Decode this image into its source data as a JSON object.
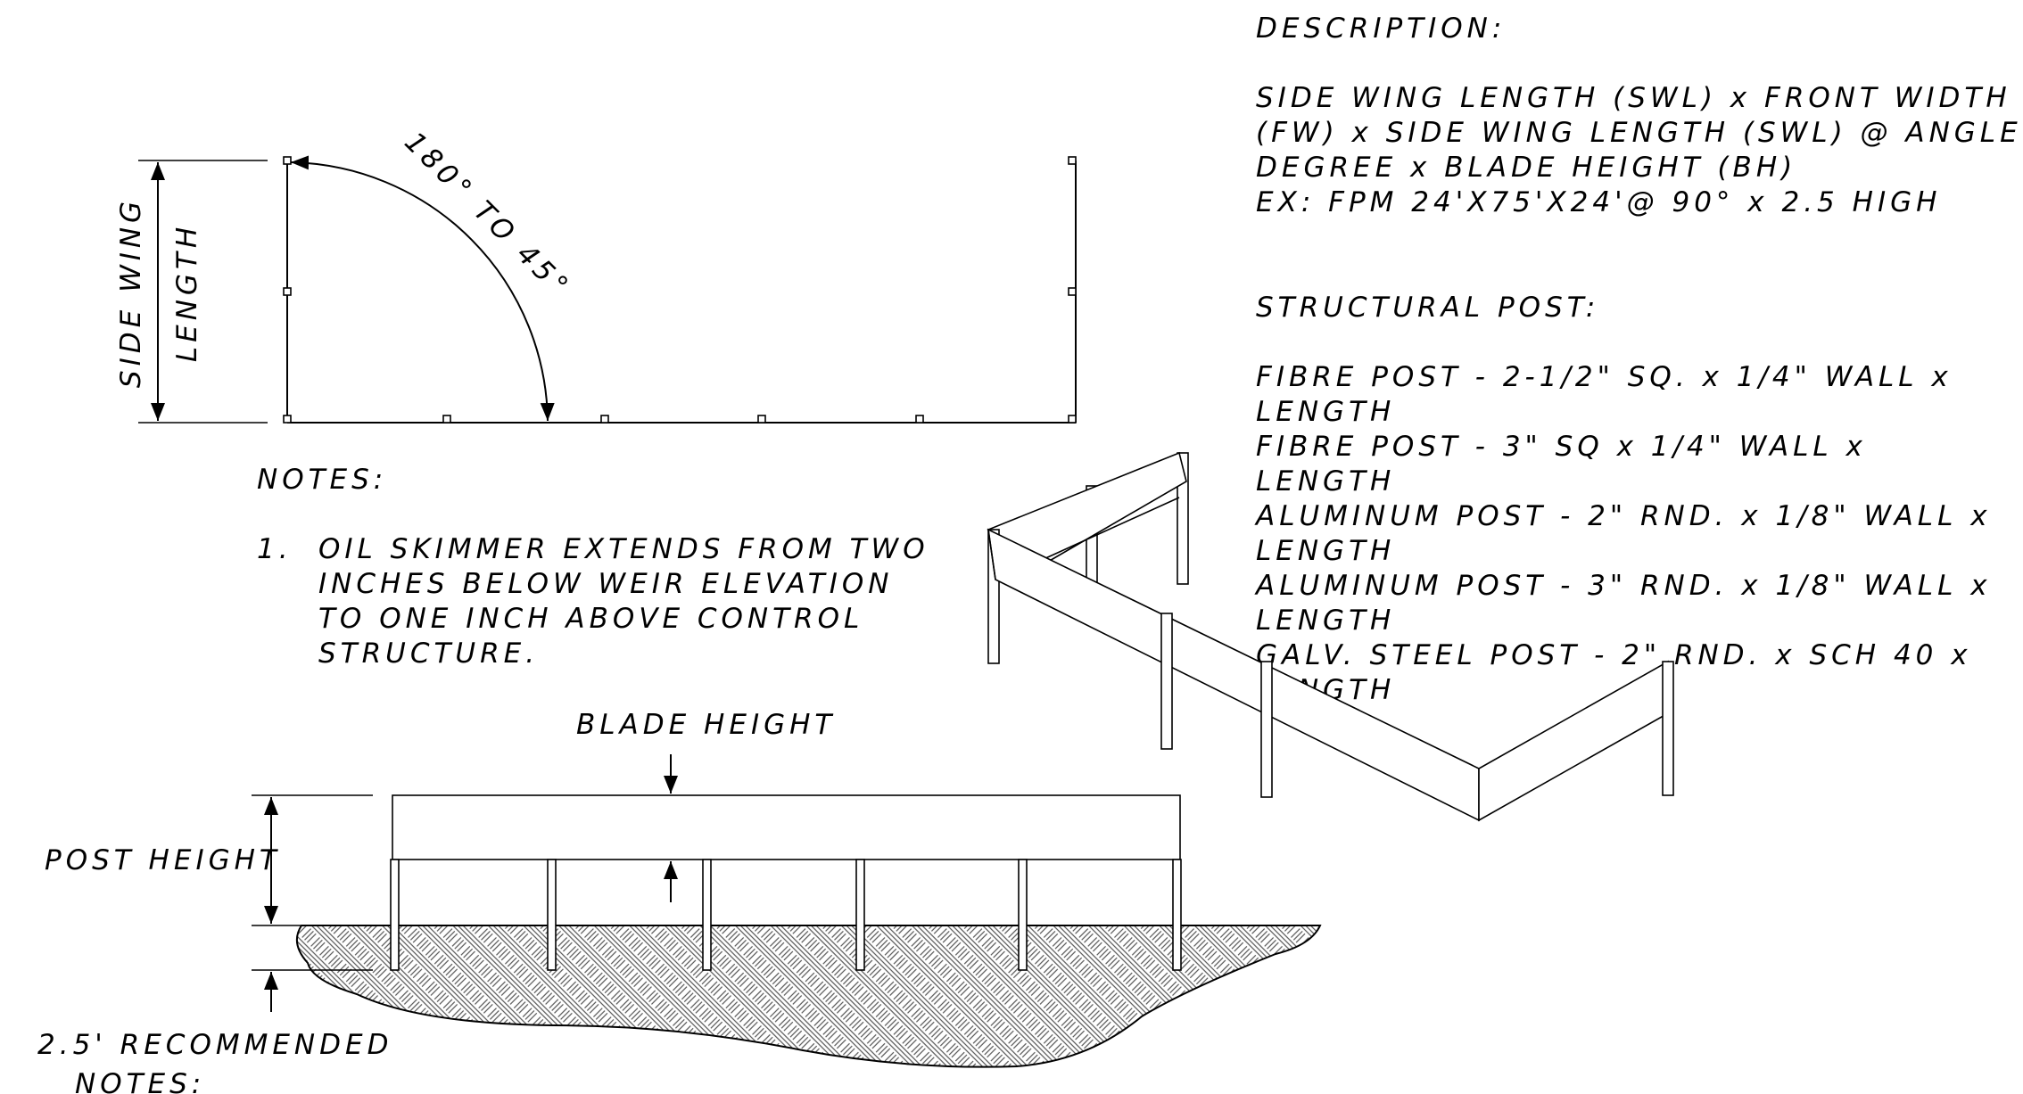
{
  "description": {
    "heading": "DESCRIPTION:",
    "lines": [
      "SIDE WING LENGTH (SWL) x FRONT WIDTH",
      "(FW) x SIDE WING LENGTH (SWL) @ ANGLE",
      "DEGREE x BLADE HEIGHT (BH)",
      "EX: FPM 24'X75'X24'@ 90°  x 2.5 HIGH"
    ]
  },
  "structural_post": {
    "heading": "STRUCTURAL POST:",
    "lines": [
      "FIBRE POST - 2-1/2\" SQ. x 1/4\" WALL x",
      "LENGTH",
      "FIBRE POST - 3\" SQ x 1/4\" WALL x",
      "LENGTH",
      "ALUMINUM POST - 2\" RND. x 1/8\" WALL x",
      "LENGTH",
      "ALUMINUM POST - 3\" RND. x 1/8\" WALL x",
      "LENGTH",
      "GALV. STEEL POST - 2\" RND. x SCH 40 x",
      "LENGTH"
    ]
  },
  "plan_view": {
    "side_wing_label": "SIDE WING",
    "length_label": "LENGTH",
    "angle_label": "180° TO 45°"
  },
  "notes": {
    "heading": "NOTES:",
    "item_number": "1.",
    "item_lines": [
      "OIL SKIMMER EXTENDS FROM TWO",
      "INCHES BELOW WEIR ELEVATION",
      "TO ONE INCH ABOVE CONTROL",
      "STRUCTURE."
    ]
  },
  "elevation": {
    "blade_height_label": "BLADE HEIGHT",
    "post_height_label": "POST HEIGHT",
    "embed_label": "2.5' RECOMMENDED",
    "embed_notes_label": "NOTES:"
  }
}
